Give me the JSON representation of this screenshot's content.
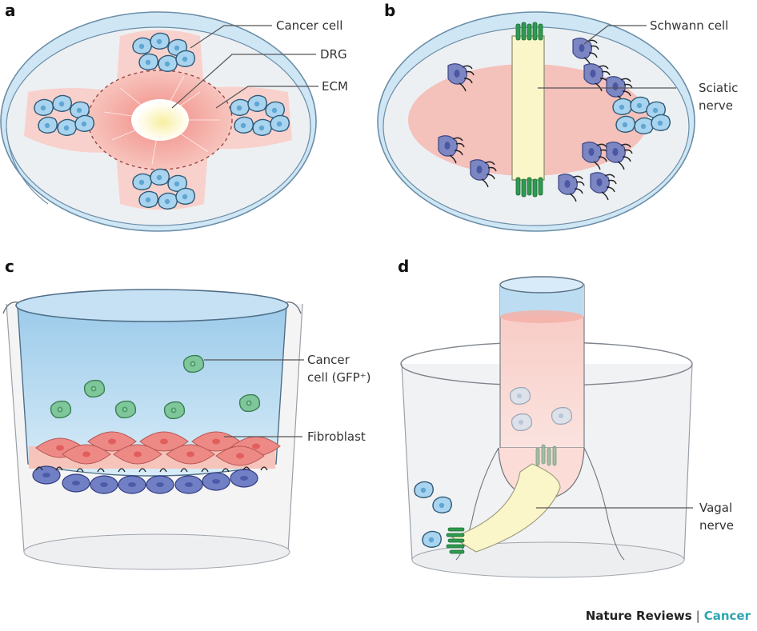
{
  "panels": {
    "a": {
      "letter": "a",
      "labels": [
        "Cancer cell",
        "DRG",
        "ECM"
      ]
    },
    "b": {
      "letter": "b",
      "labels": [
        "Schwann cell",
        "Sciatic",
        "nerve"
      ]
    },
    "c": {
      "letter": "c",
      "labels": [
        "Cancer",
        "cell (GFP⁺)",
        "Fibroblast"
      ]
    },
    "d": {
      "letter": "d",
      "labels": [
        "Vagal",
        "nerve"
      ]
    }
  },
  "footer": {
    "journal": "Nature Reviews",
    "separator": "|",
    "section": "Cancer"
  },
  "colors": {
    "dish_blue": "#cfe6f5",
    "ecm_pink": "#f5b8b0",
    "cancer_cell_blue": "#a9d4ef",
    "schwann_purple": "#7b86c2",
    "gfp_green": "#7fc79a",
    "fibroblast_red": "#ee8a86",
    "nerve_yellow": "#fbf6c9",
    "axon_green": "#2e9a4f",
    "accent": "#2fa5b3"
  }
}
